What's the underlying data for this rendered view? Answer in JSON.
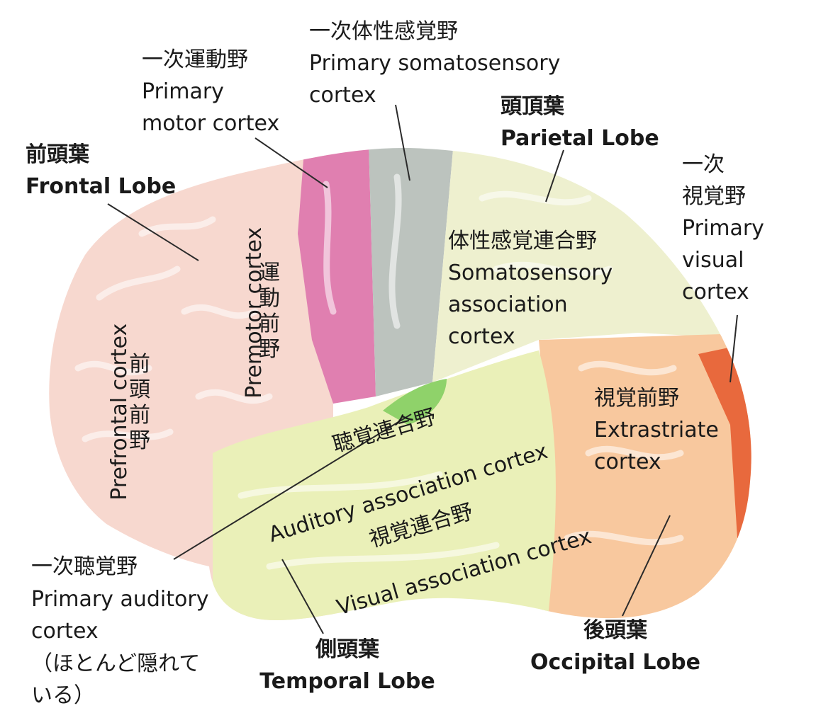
{
  "labels": {
    "primary_somatosensory": {
      "jp": "一次体性感覚野",
      "en1": "Primary somatosensory",
      "en2": "cortex"
    },
    "primary_motor": {
      "jp": "一次運動野",
      "en1": "Primary",
      "en2": "motor cortex"
    },
    "parietal": {
      "jp": "頭頂葉",
      "en": "Parietal Lobe"
    },
    "frontal": {
      "jp": "前頭葉",
      "en": "Frontal Lobe"
    },
    "primary_visual": {
      "jp1": "一次",
      "jp2": "視覚野",
      "en1": "Primary",
      "en2": "visual",
      "en3": "cortex"
    },
    "somatosensory_assoc": {
      "jp": "体性感覚連合野",
      "en1": "Somatosensory",
      "en2": "association",
      "en3": "cortex"
    },
    "premotor": {
      "en": "Premotor cortex",
      "jp": "運動前野"
    },
    "prefrontal": {
      "en": "Prefrontal cortex",
      "jp": "前頭前野"
    },
    "extrastriate": {
      "jp": "視覚前野",
      "en1": "Extrastriate",
      "en2": "cortex"
    },
    "auditory_assoc": {
      "jp": "聴覚連合野",
      "en": "Auditory association cortex"
    },
    "visual_assoc": {
      "jp": "視覚連合野",
      "en": "Visual association cortex"
    },
    "primary_auditory": {
      "jp": "一次聴覚野",
      "en1": "Primary auditory",
      "en2": "cortex",
      "note1": "（ほとんど隠れて",
      "note2": "いる）"
    },
    "temporal": {
      "jp": "側頭葉",
      "en": "Temporal Lobe"
    },
    "occipital": {
      "jp": "後頭葉",
      "en": "Occipital Lobe"
    }
  },
  "colors": {
    "frontal": "#f7d8cf",
    "primary_motor": "#e07fb0",
    "primary_somatosensory": "#bcc3be",
    "parietal": "#eef0cf",
    "temporal": "#eaf0b8",
    "occipital": "#f8c89e",
    "primary_visual": "#e8693d",
    "auditory_highlight": "#8fd26a"
  }
}
